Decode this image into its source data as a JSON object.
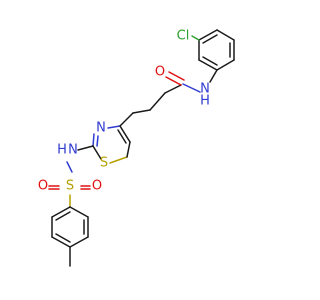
{
  "atoms": {
    "cl": "Cl",
    "amide_n": "N",
    "amide_h": "H",
    "amide_o": "O",
    "thiazole_n": "N",
    "thiazole_s": "S",
    "sulfonamide_n": "N",
    "sulfonamide_h": "H",
    "sulfonyl_s": "S",
    "sulfonyl_o1": "O",
    "sulfonyl_o2": "O"
  },
  "colors": {
    "carbon_bond": "#1a1a1a",
    "nitrogen": "#2f3bd1",
    "oxygen": "#e01010",
    "sulfur": "#b5a000",
    "chlorine": "#2ca02c"
  }
}
